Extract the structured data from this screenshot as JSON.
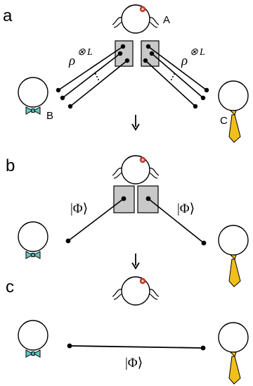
{
  "panels": {
    "a": {
      "letter": "a",
      "rho": "ρ",
      "tensor": "⊗",
      "exponent": "L"
    },
    "b": {
      "letter": "b",
      "state": "|Φ⟩"
    },
    "c": {
      "letter": "c",
      "state": "|Φ⟩"
    }
  },
  "parties": {
    "A": "A",
    "B": "B",
    "C": "C"
  },
  "colors": {
    "box_fill": "#c8c8c8",
    "bowtie": "#5fc8c8",
    "necktie": "#f2bf1a",
    "flower": "#c0392b",
    "line": "#000000"
  },
  "icons": [
    "head-with-flower-icon",
    "head-with-bowtie-icon",
    "head-with-necktie-icon",
    "down-arrow-icon"
  ]
}
